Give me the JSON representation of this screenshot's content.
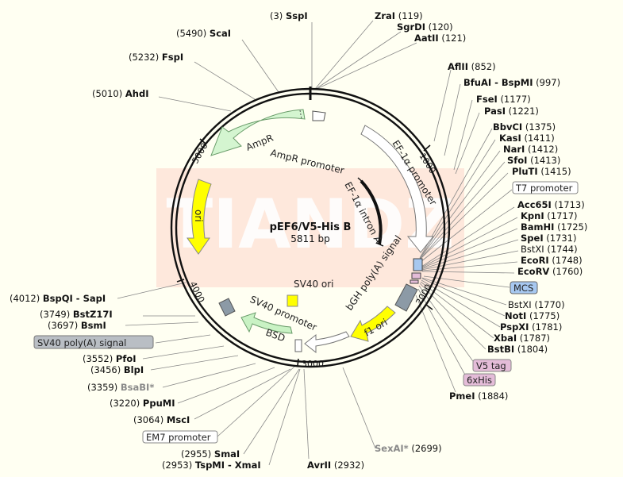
{
  "plasmid": {
    "name": "pEF6/V5-His B",
    "size": "5811 bp"
  },
  "watermark": "TIANDZ",
  "ticks": [
    "1000",
    "2000",
    "3000",
    "4000",
    "5000"
  ],
  "features": [
    {
      "id": "ampr",
      "label": "AmpR"
    },
    {
      "id": "ampr-promoter",
      "label": "AmpR promoter"
    },
    {
      "id": "ef1a-promoter",
      "label": "EF-1α promoter"
    },
    {
      "id": "ef1a-intron",
      "label": "EF-1α intron A"
    },
    {
      "id": "ori",
      "label": "ori"
    },
    {
      "id": "sv40-ori",
      "label": "SV40 ori"
    },
    {
      "id": "sv40-promoter",
      "label": "SV40 promoter"
    },
    {
      "id": "bgh",
      "label": "bGH poly(A) signal"
    },
    {
      "id": "f1ori",
      "label": "f1 ori"
    },
    {
      "id": "bsd",
      "label": "BSD"
    }
  ],
  "sites_top": [
    {
      "pos": "(3)",
      "name": "SspI"
    },
    {
      "pos": "(119)",
      "name": "ZraI"
    },
    {
      "pos": "(120)",
      "name": "SgrDI"
    },
    {
      "pos": "(121)",
      "name": "AatII"
    },
    {
      "pos": "(5490)",
      "name": "ScaI"
    },
    {
      "pos": "(5232)",
      "name": "FspI"
    },
    {
      "pos": "(5010)",
      "name": "AhdI"
    }
  ],
  "sites_right": [
    {
      "name": "AflII",
      "pos": "(852)"
    },
    {
      "name": "BfuAI - BspMI",
      "pos": "(997)"
    },
    {
      "name": "FseI",
      "pos": "(1177)"
    },
    {
      "name": "PasI",
      "pos": "(1221)"
    },
    {
      "name": "BbvCI",
      "pos": "(1375)"
    },
    {
      "name": "KasI",
      "pos": "(1411)"
    },
    {
      "name": "NarI",
      "pos": "(1412)"
    },
    {
      "name": "SfoI",
      "pos": "(1413)"
    },
    {
      "name": "PluTI",
      "pos": "(1415)"
    },
    {
      "name": "T7 promoter",
      "pos": ""
    },
    {
      "name": "Acc65I",
      "pos": "(1713)"
    },
    {
      "name": "KpnI",
      "pos": "(1717)"
    },
    {
      "name": "BamHI",
      "pos": "(1725)"
    },
    {
      "name": "SpeI",
      "pos": "(1731)"
    },
    {
      "name": "BstXI",
      "pos": "(1744)"
    },
    {
      "name": "EcoRI",
      "pos": "(1748)"
    },
    {
      "name": "EcoRV",
      "pos": "(1760)"
    },
    {
      "name": "MCS",
      "pos": ""
    },
    {
      "name": "BstXI",
      "pos": "(1770)"
    },
    {
      "name": "NotI",
      "pos": "(1775)"
    },
    {
      "name": "PspXI",
      "pos": "(1781)"
    },
    {
      "name": "XbaI",
      "pos": "(1787)"
    },
    {
      "name": "BstBI",
      "pos": "(1804)"
    },
    {
      "name": "V5 tag",
      "pos": ""
    },
    {
      "name": "6xHis",
      "pos": ""
    },
    {
      "name": "PmeI",
      "pos": "(1884)"
    }
  ],
  "sites_left": [
    {
      "pos": "(4012)",
      "name": "BspQI - SapI"
    },
    {
      "pos": "(3749)",
      "name": "BstZ17I"
    },
    {
      "pos": "(3697)",
      "name": "BsmI"
    },
    {
      "pos": "",
      "name": "SV40 poly(A) signal"
    },
    {
      "pos": "(3552)",
      "name": "PfoI"
    },
    {
      "pos": "(3456)",
      "name": "BlpI"
    },
    {
      "pos": "(3359)",
      "name": "BsaBI*"
    },
    {
      "pos": "(3220)",
      "name": "PpuMI"
    },
    {
      "pos": "(3064)",
      "name": "MscI"
    },
    {
      "pos": "",
      "name": "EM7 promoter"
    },
    {
      "pos": "(2955)",
      "name": "SmaI"
    },
    {
      "pos": "(2953)",
      "name": "TspMI - XmaI"
    }
  ],
  "sites_bottom": [
    {
      "name": "AvrII",
      "pos": "(2932)"
    },
    {
      "name": "SexAI*",
      "pos": "(2699)"
    }
  ],
  "colors": {
    "ampr": "#d4f5d0",
    "ef1a": "#ffffff",
    "ori": "#ffff00",
    "f1ori": "#ffff00",
    "bsd": "#c9f2c4",
    "mcs": "#a7c8f0",
    "v5": "#e4bcd8",
    "grey_feature": "#8c9aa6"
  }
}
